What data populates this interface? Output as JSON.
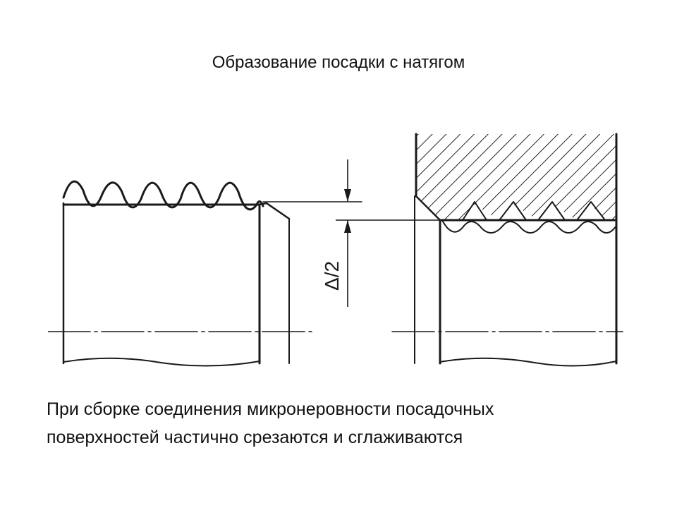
{
  "slide": {
    "title": "Образование посадки с натягом",
    "caption_line1": "При сборке соединения микронеровности посадочных",
    "caption_line2": "поверхностей частично срезаются и сглаживаются"
  },
  "figure": {
    "dimension_label": "Δ/2",
    "left_part": "shaft-before-assembly",
    "right_part": "joint-after-assembly"
  }
}
